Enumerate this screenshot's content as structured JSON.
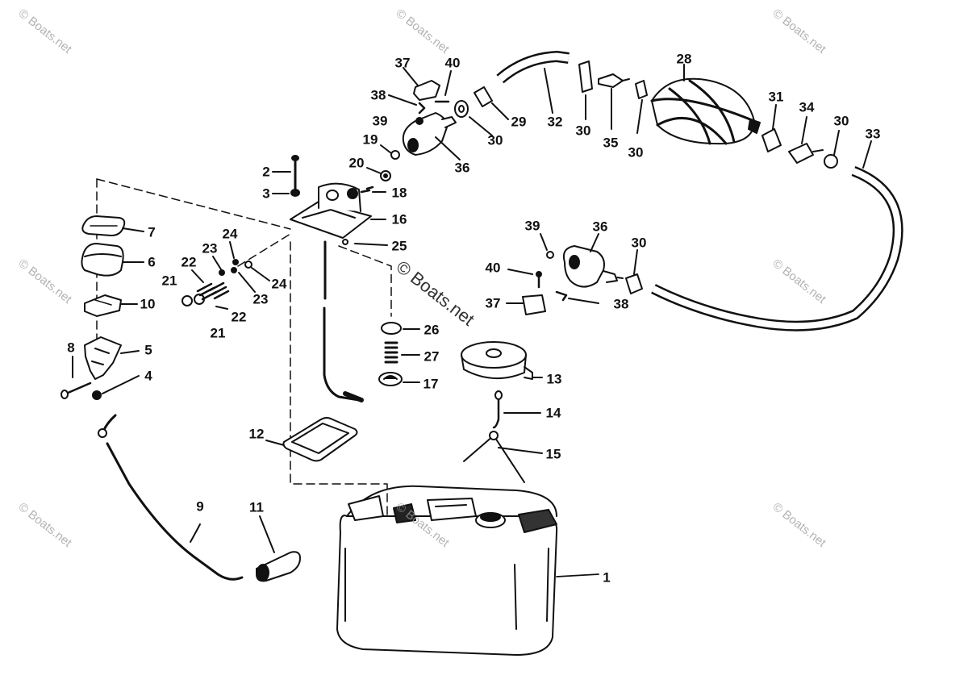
{
  "watermark": "© Boats.net",
  "callouts": [
    {
      "id": "c1",
      "text": "1"
    },
    {
      "id": "c2",
      "text": "2"
    },
    {
      "id": "c3",
      "text": "3"
    },
    {
      "id": "c4",
      "text": "4"
    },
    {
      "id": "c5",
      "text": "5"
    },
    {
      "id": "c6",
      "text": "6"
    },
    {
      "id": "c7",
      "text": "7"
    },
    {
      "id": "c8",
      "text": "8"
    },
    {
      "id": "c9",
      "text": "9"
    },
    {
      "id": "c10",
      "text": "10"
    },
    {
      "id": "c11",
      "text": "11"
    },
    {
      "id": "c12",
      "text": "12"
    },
    {
      "id": "c13",
      "text": "13"
    },
    {
      "id": "c14",
      "text": "14"
    },
    {
      "id": "c15",
      "text": "15"
    },
    {
      "id": "c16",
      "text": "16"
    },
    {
      "id": "c17",
      "text": "17"
    },
    {
      "id": "c18",
      "text": "18"
    },
    {
      "id": "c19",
      "text": "19"
    },
    {
      "id": "c20",
      "text": "20"
    },
    {
      "id": "c21a",
      "text": "21"
    },
    {
      "id": "c21b",
      "text": "21"
    },
    {
      "id": "c22a",
      "text": "22"
    },
    {
      "id": "c22b",
      "text": "22"
    },
    {
      "id": "c23a",
      "text": "23"
    },
    {
      "id": "c23b",
      "text": "23"
    },
    {
      "id": "c24a",
      "text": "24"
    },
    {
      "id": "c24b",
      "text": "24"
    },
    {
      "id": "c25",
      "text": "25"
    },
    {
      "id": "c26",
      "text": "26"
    },
    {
      "id": "c27",
      "text": "27"
    },
    {
      "id": "c28",
      "text": "28"
    },
    {
      "id": "c29",
      "text": "29"
    },
    {
      "id": "c30a",
      "text": "30"
    },
    {
      "id": "c30b",
      "text": "30"
    },
    {
      "id": "c30c",
      "text": "30"
    },
    {
      "id": "c30d",
      "text": "30"
    },
    {
      "id": "c30e",
      "text": "30"
    },
    {
      "id": "c31",
      "text": "31"
    },
    {
      "id": "c32",
      "text": "32"
    },
    {
      "id": "c33",
      "text": "33"
    },
    {
      "id": "c34",
      "text": "34"
    },
    {
      "id": "c35",
      "text": "35"
    },
    {
      "id": "c36a",
      "text": "36"
    },
    {
      "id": "c36b",
      "text": "36"
    },
    {
      "id": "c37a",
      "text": "37"
    },
    {
      "id": "c37b",
      "text": "37"
    },
    {
      "id": "c38a",
      "text": "38"
    },
    {
      "id": "c38b",
      "text": "38"
    },
    {
      "id": "c39a",
      "text": "39"
    },
    {
      "id": "c39b",
      "text": "39"
    },
    {
      "id": "c40a",
      "text": "40"
    },
    {
      "id": "c40b",
      "text": "40"
    }
  ]
}
